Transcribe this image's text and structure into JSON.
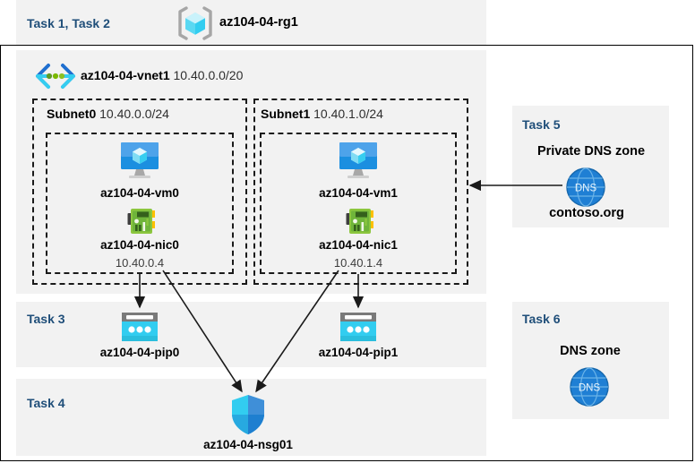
{
  "diagram": {
    "title_bar": {
      "task_label": "Task 1, Task 2",
      "resource_group_name": "az104-04-rg1",
      "resource_group_icon": "resource-group-cube-icon"
    },
    "vnet": {
      "name": "az104-04-vnet1",
      "cidr": "10.40.0.0/20",
      "icon": "virtual-network-icon",
      "subnets": [
        {
          "label": "Subnet0",
          "cidr": "10.40.0.0/24",
          "vm": {
            "name": "az104-04-vm0",
            "icon": "virtual-machine-icon"
          },
          "nic": {
            "name": "az104-04-nic0",
            "ip": "10.40.0.4",
            "icon": "network-interface-icon"
          }
        },
        {
          "label": "Subnet1",
          "cidr": "10.40.1.0/24",
          "vm": {
            "name": "az104-04-vm1",
            "icon": "virtual-machine-icon"
          },
          "nic": {
            "name": "az104-04-nic1",
            "ip": "10.40.1.4",
            "icon": "network-interface-icon"
          }
        }
      ]
    },
    "task3": {
      "label": "Task 3",
      "public_ips": [
        {
          "name": "az104-04-pip0",
          "icon": "public-ip-address-icon"
        },
        {
          "name": "az104-04-pip1",
          "icon": "public-ip-address-icon"
        }
      ]
    },
    "task4": {
      "label": "Task 4",
      "nsg": {
        "name": "az104-04-nsg01",
        "icon": "network-security-group-shield-icon"
      }
    },
    "task5": {
      "label": "Task 5",
      "heading": "Private DNS zone",
      "zone_name": "contoso.org",
      "icon": "dns-zone-globe-icon",
      "icon_text": "DNS"
    },
    "task6": {
      "label": "Task 6",
      "heading": "DNS zone",
      "icon": "dns-zone-globe-icon",
      "icon_text": "DNS"
    },
    "colors": {
      "task_label": "#1f4e79",
      "panel_background": "#f2f2f2",
      "azure_blue": "#0078d4",
      "cyan": "#32c8f0",
      "nic_green": "#7ab800",
      "dns_blue": "#1f7fd4"
    }
  }
}
